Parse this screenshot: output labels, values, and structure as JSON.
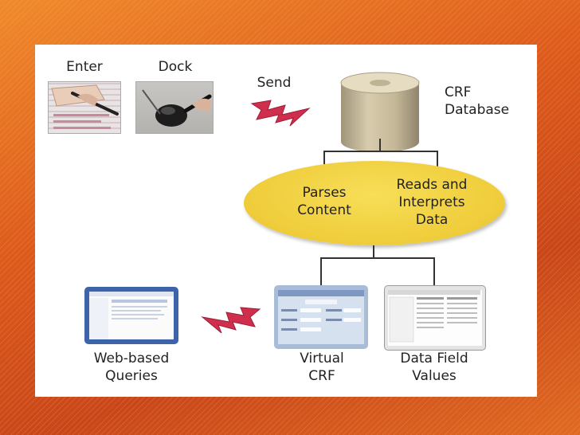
{
  "slide": {
    "background_color": "#d8561e",
    "panel_color": "#ffffff"
  },
  "labels": {
    "enter": "Enter",
    "dock": "Dock",
    "send": "Send",
    "crf_database_line1": "CRF",
    "crf_database_line2": "Database",
    "parses_content_line1": "Parses",
    "parses_content_line2": "Content",
    "reads_line1": "Reads and",
    "reads_line2": "Interprets",
    "reads_line3": "Data",
    "web_queries_line1": "Web-based",
    "web_queries_line2": "Queries",
    "virtual_crf_line1": "Virtual",
    "virtual_crf_line2": "CRF",
    "data_field_line1": "Data Field",
    "data_field_line2": "Values"
  },
  "icons": {
    "enter": "pen-on-form-photo",
    "dock": "handheld-dock-photo",
    "send": "lightning-bolt-icon",
    "database": "database-cylinder-icon",
    "send_back": "lightning-bolt-icon"
  },
  "colors": {
    "bolt": "#cf2f4d",
    "ellipse": "#efcc3a",
    "cylinder": "#c9bc9c",
    "screen_frame": "#3d63a8"
  }
}
